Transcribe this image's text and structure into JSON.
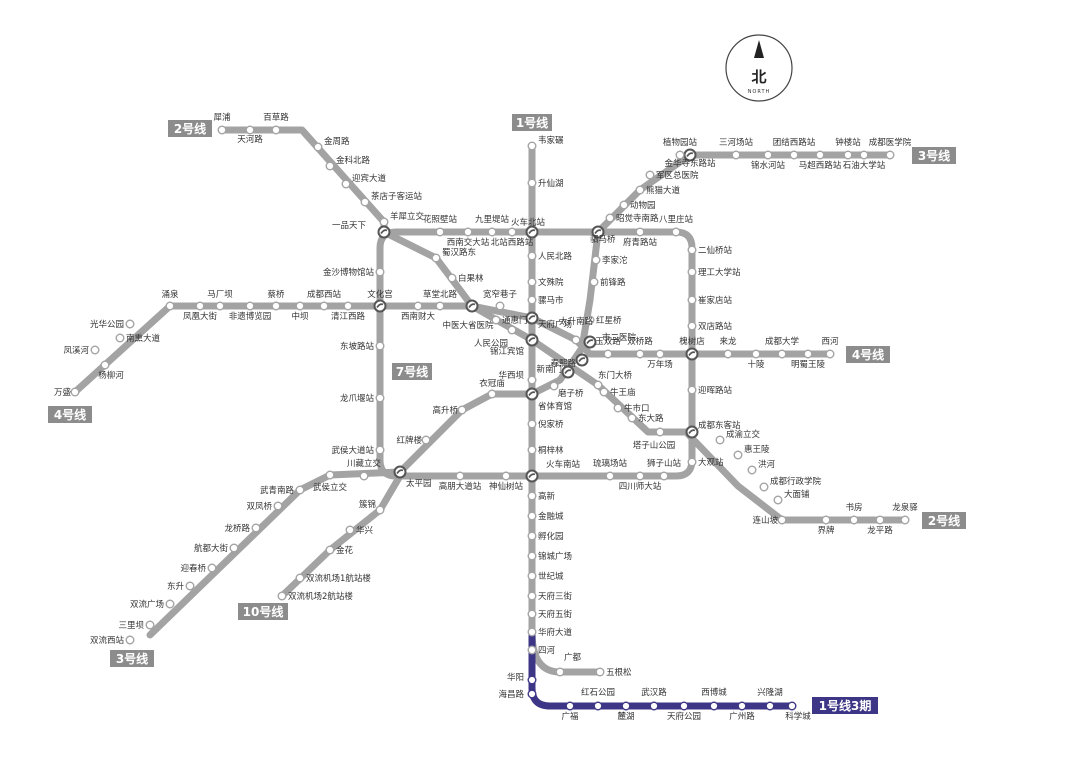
{
  "compass": {
    "label": "北",
    "sub": "NORTH"
  },
  "badges": {
    "l1": "1号线",
    "l2a": "2号线",
    "l2b": "2号线",
    "l3a": "3号线",
    "l3b": "3号线",
    "l4a": "4号线",
    "l4b": "4号线",
    "l7": "7号线",
    "l10": "10号线",
    "l1p3": "1号线3期"
  },
  "colors": {
    "line": "#a3a3a3",
    "phase3": "#3d3585",
    "badge": "#8c8c8c"
  },
  "stations": [
    "韦家碾",
    "升仙湖",
    "火车北站",
    "人民北路",
    "文殊院",
    "骡马市",
    "天府广场",
    "锦江宾馆",
    "华西坝",
    "省体育馆",
    "倪家桥",
    "桐梓林",
    "火车南站",
    "高新",
    "金融城",
    "孵化园",
    "锦城广场",
    "世纪城",
    "天府三街",
    "天府五街",
    "华府大道",
    "四河",
    "广都",
    "五根松",
    "华阳",
    "海昌路",
    "广福",
    "红石公园",
    "麓湖",
    "武汉路",
    "天府公园",
    "西博城",
    "广州路",
    "兴隆湖",
    "科学城",
    "犀浦",
    "天河路",
    "百草路",
    "金周路",
    "金科北路",
    "迎宾大道",
    "茶店子客运站",
    "羊犀立交",
    "一品天下",
    "蜀汉路东",
    "白果林",
    "中医大省医院",
    "通惠门",
    "人民公园",
    "春熙路",
    "东门大桥",
    "牛王庙",
    "牛市口",
    "东大路",
    "塔子山公园",
    "成都东客站",
    "成渝立交",
    "惠王陵",
    "洪河",
    "成都行政学院",
    "大面铺",
    "连山坡",
    "界牌",
    "书房",
    "龙平路",
    "龙泉驿",
    "成都医学院",
    "石油大学站",
    "钟楼站",
    "马超西路站",
    "团结西路站",
    "锦水河站",
    "三河场站",
    "金华寺东路站",
    "植物园站",
    "军区总医院",
    "熊猫大道",
    "动物园",
    "昭觉寺南路",
    "驷马桥",
    "李家沱",
    "前锋路",
    "红星桥",
    "市二医院",
    "新南门",
    "磨子桥",
    "衣冠庙",
    "高升桥",
    "红牌楼",
    "太平园",
    "武侯立交",
    "武青南路",
    "双凤桥",
    "龙桥路",
    "航都大街",
    "迎春桥",
    "东升",
    "双流广场",
    "三里坝",
    "双流西站",
    "万盛",
    "杨柳河",
    "凤溪河",
    "南熏大道",
    "光华公园",
    "涌泉",
    "凤凰大街",
    "马厂坝",
    "非遗博览园",
    "蔡桥",
    "中坝",
    "成都西站",
    "清江西路",
    "文化宫",
    "西南财大",
    "草堂北路",
    "宽窄巷子",
    "太升南路",
    "玉双路",
    "双桥路",
    "万年场",
    "槐树店",
    "来龙",
    "十陵",
    "成都大学",
    "明蜀王陵",
    "西河",
    "金沙博物馆站",
    "花照壁站",
    "西南交大站",
    "九里堤站",
    "北站西路站",
    "八里庄站",
    "府青路站",
    "二仙桥站",
    "理工大学站",
    "崔家店站",
    "双店路站",
    "迎晖路站",
    "东坡路站",
    "龙爪堰站",
    "武侯大道站",
    "川藏立交",
    "高朋大道站",
    "神仙树站",
    "琉璃场站",
    "四川师大站",
    "狮子山站",
    "大观站",
    "簇锦",
    "华兴",
    "金花",
    "双流机场1航站楼",
    "双流机场2航站楼"
  ]
}
